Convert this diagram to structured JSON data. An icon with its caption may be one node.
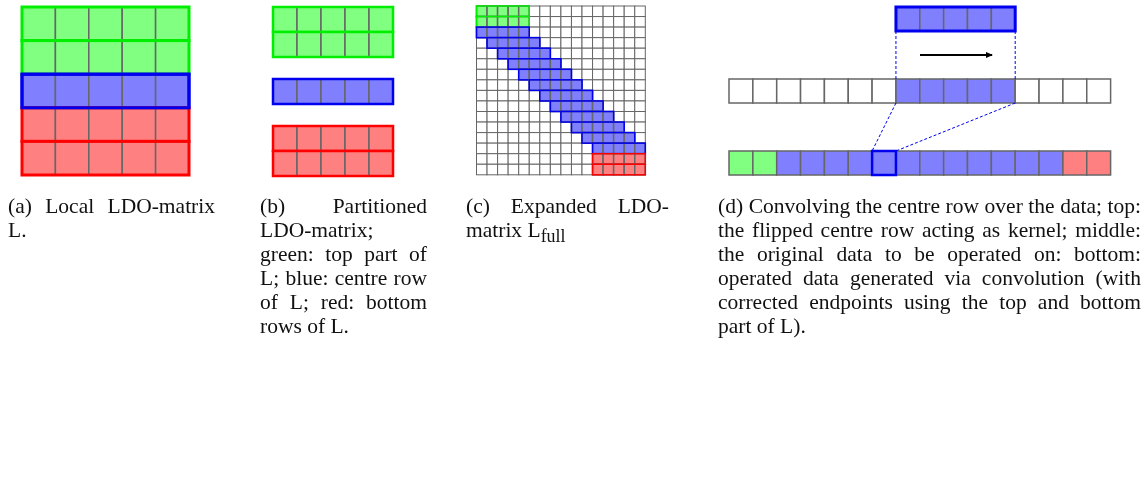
{
  "diagram": {
    "labels": [
      "(a) Local LDO-matrix L.",
      "(b) Partitioned LDO-matrix; green: top part of L; blue: centre row of L; red: bottom rows of L.",
      "(c) Expanded LDO-matrix L$_{full}$",
      "(d) Convolving the centre row over the data; top: the flipped centre row acting as kernel; middle: the original data to be operated on: bottom: operated data generated via convolution (with corrected endpoints using the top and bottom part of L)."
    ]
  }
}
